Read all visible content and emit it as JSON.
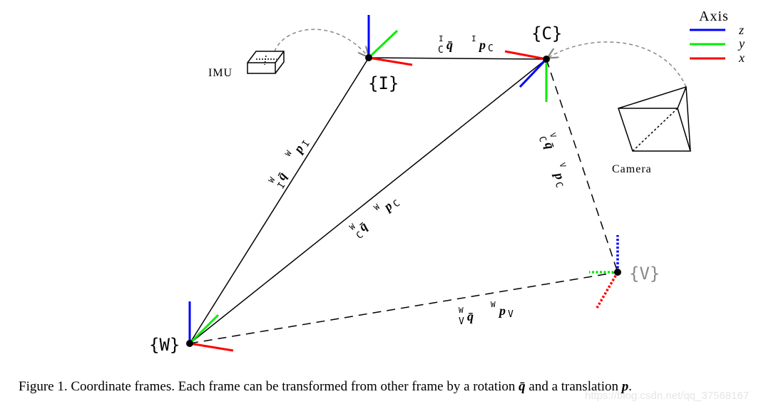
{
  "frames": {
    "world": "{W}",
    "imu": "{I}",
    "camera": "{C}",
    "virtual": "{V}"
  },
  "devices": {
    "imu_label": "IMU",
    "camera_label": "Camera"
  },
  "legend": {
    "title": "Axis",
    "items": [
      {
        "label": "z",
        "color": "#0000ff"
      },
      {
        "label": "y",
        "color": "#00ee00"
      },
      {
        "label": "x",
        "color": "#ff0000"
      }
    ]
  },
  "transforms": {
    "w_i_q_sup": "W",
    "w_i_q_sub": "I",
    "w_i_p_sup": "W",
    "w_i_p_sub": "I",
    "w_c_q_sup": "W",
    "w_c_q_sub": "C",
    "w_c_p_sup": "W",
    "w_c_p_sub": "C",
    "i_c_q_sup": "I",
    "i_c_q_sub": "C",
    "i_c_p_sup": "I",
    "i_c_p_sub": "C",
    "v_c_q_sup": "V",
    "v_c_q_sub": "C",
    "v_c_p_sup": "V",
    "v_c_p_sub": "C",
    "w_v_q_sup": "W",
    "w_v_q_sub": "V",
    "w_v_p_sup": "W",
    "w_v_p_sub": "V",
    "q_symbol": "q̄",
    "p_symbol": "p"
  },
  "caption": {
    "prefix": "Figure 1.   Coordinate frames. Each frame can be transformed from other frame by a rotation ",
    "q": "q̄",
    "middle": " and a translation ",
    "p": "p",
    "suffix": "."
  },
  "watermark": "https://blog.csdn.net/qq_37568167"
}
